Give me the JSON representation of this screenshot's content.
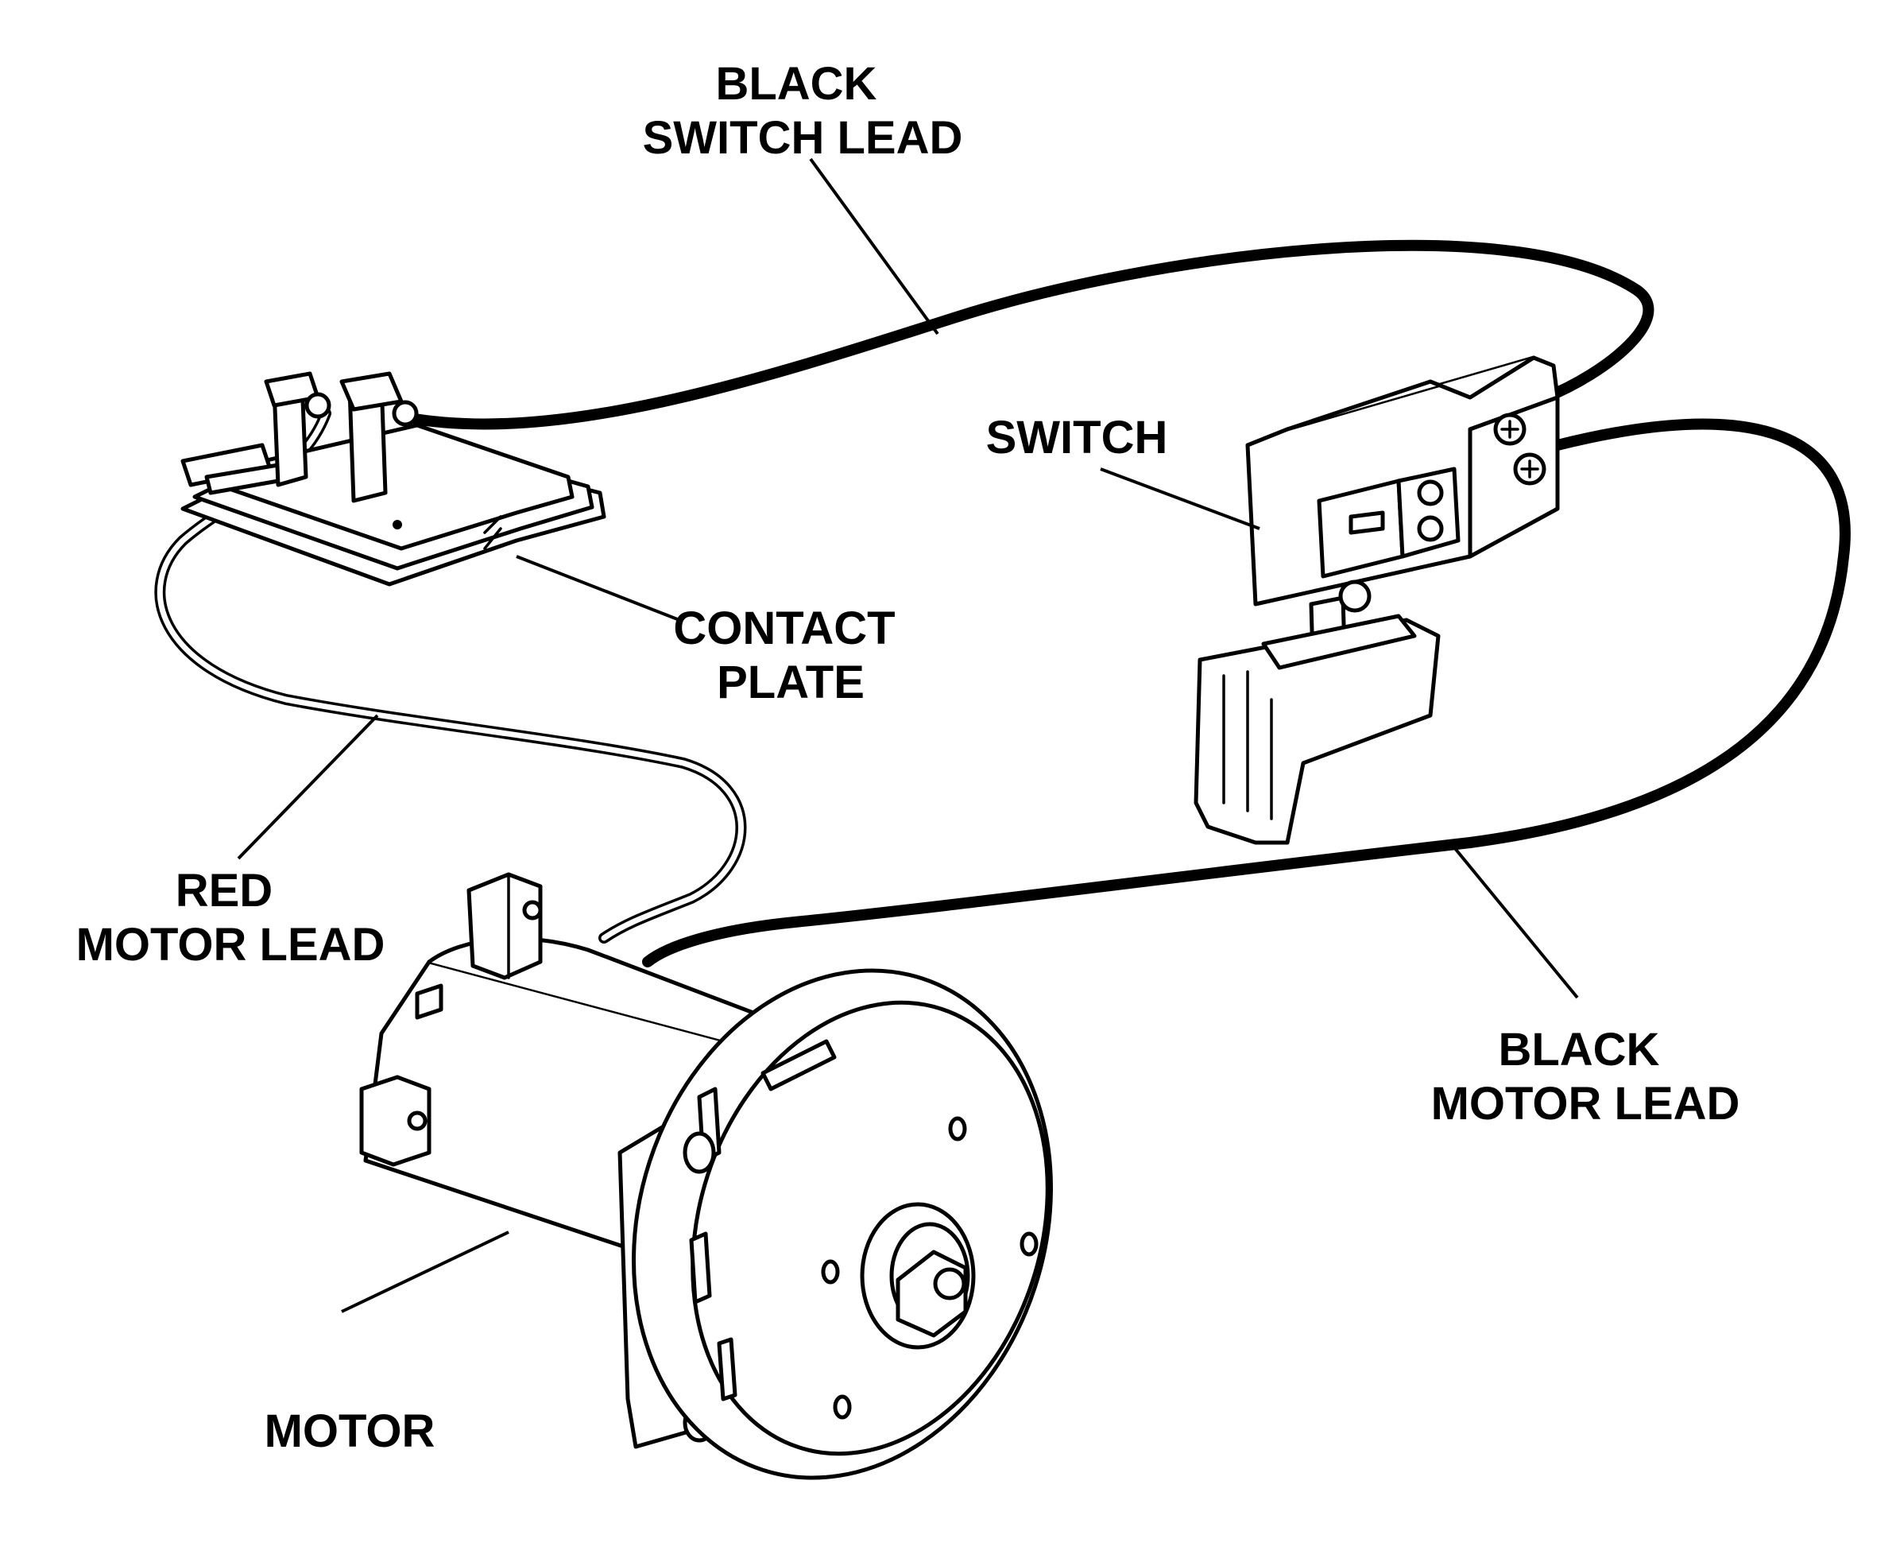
{
  "labels": {
    "black_switch_lead": [
      "BLACK",
      "SWITCH LEAD"
    ],
    "switch": "SWITCH",
    "contact_plate": [
      "CONTACT",
      "PLATE"
    ],
    "red_motor_lead": [
      "RED",
      "MOTOR LEAD"
    ],
    "black_motor_lead": [
      "BLACK",
      "MOTOR LEAD"
    ],
    "motor": "MOTOR"
  }
}
